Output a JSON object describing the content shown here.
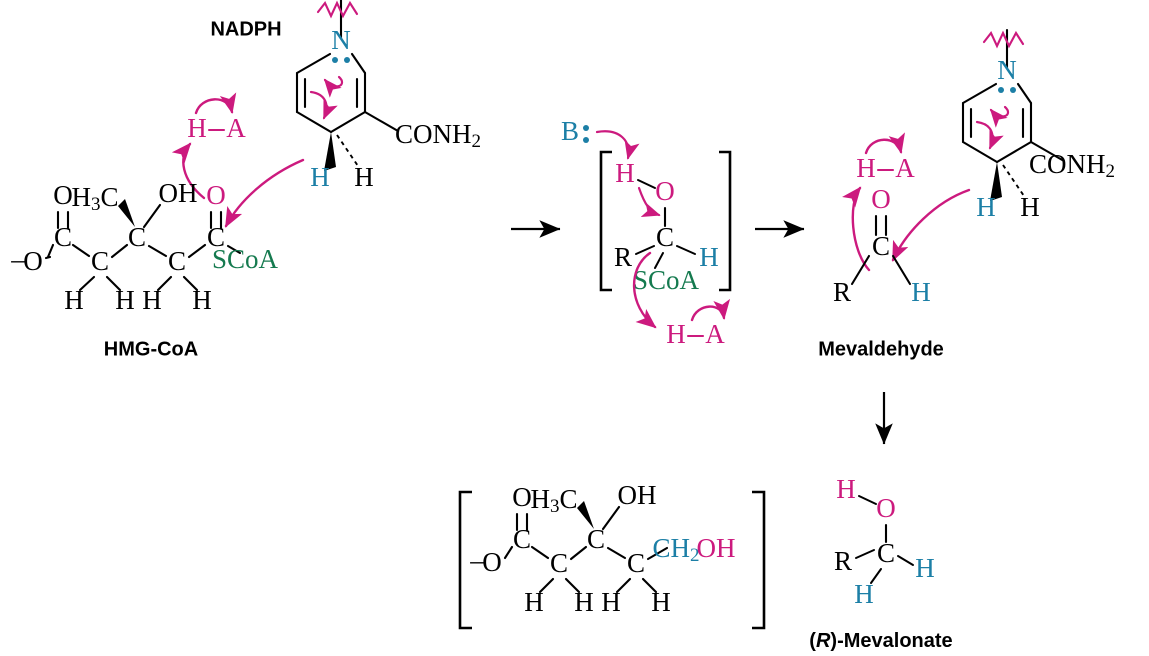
{
  "figure": {
    "title": "HMG-CoA reductase two-stage reduction mechanism",
    "colors": {
      "magenta": "#cc1a7e",
      "blue": "#1c7fa6",
      "green": "#157a4f",
      "black": "#000000",
      "background": "#ffffff"
    }
  },
  "labels": {
    "nadph": "NADPH",
    "hmg_coa": "HMG-CoA",
    "mevaldehyde": "Mevaldehyde",
    "mevalonate_r": "-Mevalonate",
    "mevalonate_r_prefix": "(",
    "mevalonate_r_italic": "R",
    "mevalonate_r_suffix": ")"
  },
  "hmg_coa": {
    "name": "HMG-CoA",
    "atoms": {
      "carboxylate_o_minus": "O",
      "carboxylate_charge": "–",
      "carbonyl_o_top": "O",
      "c1": "C",
      "c2": "C",
      "c3": "C",
      "c4": "C",
      "c5": "C",
      "methyl": "H",
      "methyl_sub": "3",
      "methyl_c": "C",
      "hydroxyl": "OH",
      "thioester_o": "O",
      "scoa": "SCoA",
      "h_c2_left": "H",
      "h_c2_right": "H",
      "h_c4_left": "H",
      "h_c4_right": "H"
    }
  },
  "nadph_left": {
    "name": "NADPH nicotinamide ring",
    "atoms": {
      "nitrogen": "N",
      "amide": "CONH",
      "amide_sub": "2",
      "h_wedge": "H",
      "h_dash": "H"
    }
  },
  "nadph_right": {
    "name": "NADPH nicotinamide ring",
    "atoms": {
      "nitrogen": "N",
      "amide": "CONH",
      "amide_sub": "2",
      "h_wedge": "H",
      "h_dash": "H"
    }
  },
  "acid_left": {
    "h": "H",
    "dash": "—",
    "a": "A"
  },
  "intermediate": {
    "name": "tetrahedral hemithioacetal intermediate",
    "base": "B",
    "base_dots": ":",
    "atoms": {
      "h_pink": "H",
      "o": "O",
      "c": "C",
      "r": "R",
      "h_blue": "H",
      "scoa": "SCoA"
    },
    "acid": {
      "h": "H",
      "dash": "—",
      "a": "A"
    }
  },
  "mevaldehyde": {
    "name": "Mevaldehyde",
    "atoms": {
      "o": "O",
      "c": "C",
      "r": "R",
      "h_blue": "H"
    },
    "acid": {
      "h": "H",
      "dash": "—",
      "a": "A"
    }
  },
  "mevalonate_bracket": {
    "name": "(R)-mevalonate full structure",
    "atoms": {
      "carboxylate_o_minus": "O",
      "carboxylate_charge": "–",
      "carbonyl_o_top": "O",
      "c1": "C",
      "c2": "C",
      "c3": "C",
      "c4": "C",
      "methyl": "H",
      "methyl_sub": "3",
      "methyl_c": "C",
      "hydroxyl": "OH",
      "ch2": "CH",
      "ch2_sub": "2",
      "oh_pink": "OH",
      "h_c2_left": "H",
      "h_c2_right": "H",
      "h_c4_left": "H",
      "h_c4_right": "H"
    }
  },
  "mevalonate_product": {
    "name": "(R)-Mevalonate product fragment",
    "atoms": {
      "h_pink": "H",
      "o": "O",
      "c": "C",
      "r": "R",
      "h_blue_right": "H",
      "h_blue_bottom": "H"
    }
  }
}
